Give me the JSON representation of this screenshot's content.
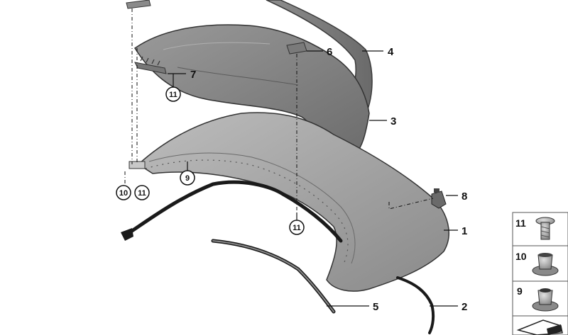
{
  "callouts": {
    "c1": "1",
    "c2": "2",
    "c3": "3",
    "c4": "4",
    "c5": "5",
    "c6": "6",
    "c7": "7",
    "c8": "8",
    "c9": "9",
    "c10": "10",
    "c11a": "11",
    "c11b": "11",
    "c11c": "11"
  },
  "legend": {
    "items": [
      {
        "label": "11",
        "icon": "screw-icon"
      },
      {
        "label": "10",
        "icon": "expanding-nut-icon"
      },
      {
        "label": "9",
        "icon": "nut-icon"
      }
    ]
  },
  "colors": {
    "part_fill": "#8c8c8c",
    "part_dark": "#5e5e5e",
    "seal": "#1a1a1a"
  }
}
